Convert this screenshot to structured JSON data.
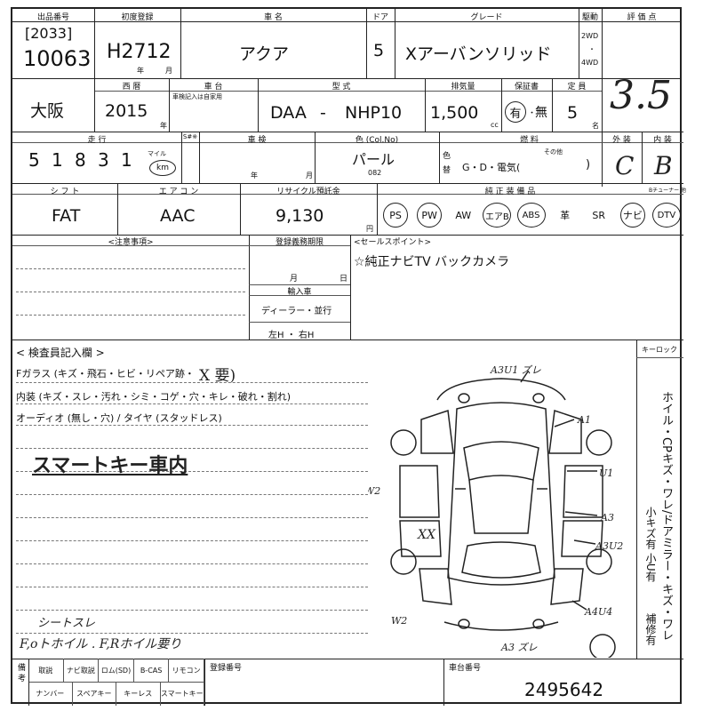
{
  "header": {
    "listing_no_label": "出品番号",
    "listing_no_bracket": "[2033]",
    "listing_no": "10063",
    "first_reg_label": "初度登録",
    "first_reg_value": "H2712",
    "year_unit": "年",
    "month_unit": "月",
    "car_name_label": "車 名",
    "car_name": "アクア",
    "door_label": "ドア",
    "door_value": "5",
    "grade_label": "グレード",
    "grade_value": "Xアーバンソリッド",
    "drive_label": "駆動",
    "drive_2wd": "2WD",
    "drive_4wd": "4WD",
    "score_label": "評 価 点",
    "score_value": "3.5"
  },
  "row2": {
    "region": "大阪",
    "model_year_label": "西 暦",
    "model_year": "2015",
    "year_unit": "年",
    "chassis_label": "車 台",
    "chassis_note": "車検記入は自家用",
    "type_label": "型 式",
    "type_prefix": "DAA",
    "type_dash": "-",
    "type_value": "NHP10",
    "displacement_label": "排気量",
    "displacement": "1,500",
    "cc_unit": "cc",
    "warranty_label": "保証書",
    "warranty_yes": "有",
    "warranty_no": "無",
    "capacity_label": "定 員",
    "capacity": "5",
    "capacity_unit": "名"
  },
  "row3": {
    "mileage_label": "走 行",
    "mileage_digits": [
      "5",
      "1",
      "8",
      "3",
      "1"
    ],
    "km_mile": "マイル",
    "km_unit": "km",
    "sharp_label": "S#※",
    "inspection_label": "車 検",
    "year_unit": "年",
    "month_unit": "月",
    "color_label": "色 (Col.No)",
    "color_value": "パール",
    "color_no": "082",
    "color_change_label": "色替",
    "fuel_label": "燃 料",
    "fuel_options": "G・D・電気(",
    "fuel_other": "その他",
    "fuel_close": ")",
    "exterior_label": "外 装",
    "exterior_value": "C",
    "interior_label": "内 装",
    "interior_value": "B"
  },
  "row4": {
    "shift_label": "シ フ ト",
    "shift_value": "FAT",
    "ac_label": "エ ア コ ン",
    "ac_value": "AAC",
    "recycle_label": "リサイクル預託金",
    "recycle_value": "9,130",
    "yen_unit": "円",
    "equip_label": "純 正 装 備 品",
    "tuner_label": "Bチューナー 他",
    "equipment": [
      "PS",
      "PW",
      "AW",
      "エアB",
      "ABS",
      "革",
      "SR",
      "ナビ",
      "DTV"
    ],
    "circled": [
      "PS",
      "PW",
      "エアB",
      "ABS",
      "ナビ",
      "DTV"
    ]
  },
  "notes": {
    "caution_label": "<注意事項>",
    "reg_expiry_label": "登録義務期限",
    "month_unit": "月",
    "day_unit": "日",
    "import_label": "輸入車",
    "dealer_label": "ディーラー・並行",
    "steering_label": "左H ・ 右H",
    "sales_label": "<セールスポイント>",
    "sales_point": "☆純正ナビTV バックカメラ"
  },
  "inspection": {
    "title": "< 検査員記入欄 >",
    "line1": "Fガラス (キズ・飛石・ヒビ・リペア跡・",
    "line1_mark": "X 要)",
    "line2": "内装 (キズ・スレ・汚れ・シミ・コゲ・穴・キレ・破れ・割れ)",
    "line3": "オーディオ (無し・穴) / タイヤ (スタッドレス)",
    "handwritten_1": "スマートキー車内",
    "handwritten_2": "シートスレ",
    "handwritten_3": "F,oトホイル . F,Rホイル要り",
    "keylock_label": "キーロック",
    "side_text_1": "ホイル・CPキズ・ワレ/ドアミラー・キズ・ワレ",
    "side_text_2": "小キズ有 小U有",
    "side_text_3": "補修有"
  },
  "diagram_marks": {
    "a3u1": "A3U1 ズレ",
    "a1": "A1",
    "u1": "U1",
    "w2_left": "W2",
    "a3_right": "A3",
    "xx": "XX",
    "a3u2": "A3U2",
    "a4u4": "A4U4",
    "w2_bottom": "W2",
    "a3_bottom": "A3 ズレ"
  },
  "footer": {
    "notes_label": "備 考",
    "items_row1": [
      "取説",
      "ナビ取説",
      "ロム(SD)",
      "B-CAS",
      "リモコン"
    ],
    "items_row2": [
      "ナンバー",
      "スペアキー",
      "キーレス",
      "スマートキー"
    ],
    "reg_no_label": "登録番号",
    "chassis_no_label": "車台番号",
    "chassis_no": "2495642"
  }
}
